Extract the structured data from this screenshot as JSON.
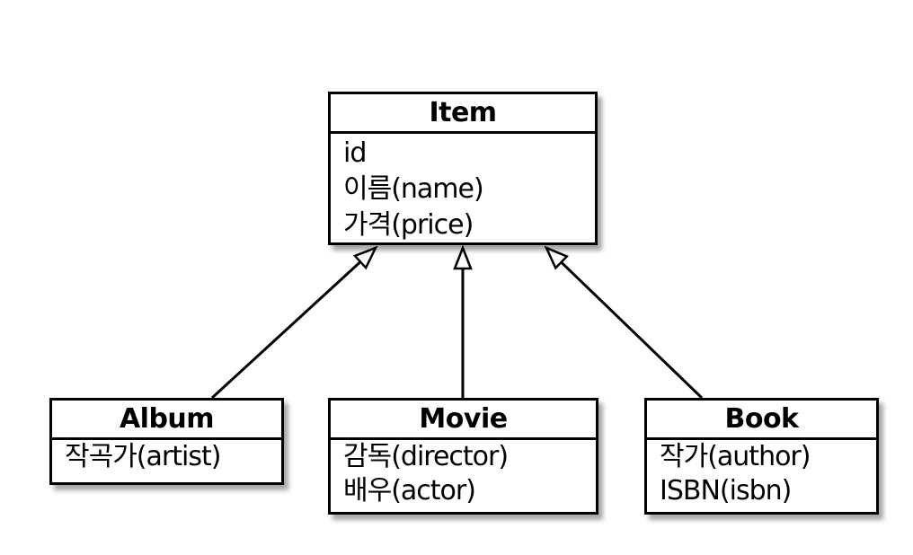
{
  "classes": [
    {
      "id": "item",
      "name": "Item",
      "attributes": [
        "id",
        "이름(name)",
        "가격(price)"
      ]
    },
    {
      "id": "album",
      "name": "Album",
      "attributes": [
        "작곡가(artist)"
      ]
    },
    {
      "id": "movie",
      "name": "Movie",
      "attributes": [
        "감독(director)",
        "배우(actor)"
      ]
    },
    {
      "id": "book",
      "name": "Book",
      "attributes": [
        "작가(author)",
        "ISBN(isbn)"
      ]
    }
  ],
  "relations": [
    {
      "type": "generalization",
      "from": "album",
      "to": "item"
    },
    {
      "type": "generalization",
      "from": "movie",
      "to": "item"
    },
    {
      "type": "generalization",
      "from": "book",
      "to": "item"
    }
  ],
  "colors": {
    "stroke": "#000000",
    "background": "#ffffff"
  }
}
